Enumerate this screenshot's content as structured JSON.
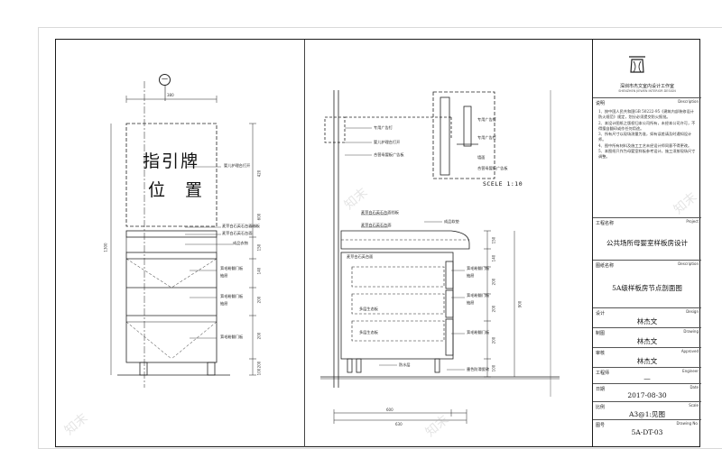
{
  "sign": {
    "line1": "指引牌",
    "line2": "位 置",
    "grid_label": "一"
  },
  "left_view": {
    "labels": [
      "婴儿护理台打开",
      "麦芽白石英石台面挡板",
      "麦芽白石英石台面",
      "成品衣物",
      "茸毛粉翻门板",
      "抽屉",
      "茸毛粉翻门板",
      "抽屉",
      "茸毛粉翻门板"
    ],
    "dims_top": "380",
    "dims_side": [
      "420",
      "600",
      "150",
      "140",
      "200",
      "200",
      "200",
      "100"
    ],
    "dim_left": "1300"
  },
  "section_view": {
    "labels": [
      "专用广告钉",
      "婴儿护理台打开",
      "合营母婴板广告板",
      "麦芽白石英石台面挡板",
      "麦芽白石英石台面",
      "成品软垫",
      "麦芽白石英台面",
      "茸毛粉翻门板",
      "抽屉",
      "茸毛粉翻门板",
      "抽屉",
      "茸毛粉翻门板",
      "多层生态板",
      "多层生态板",
      "防水层",
      "专用广告钉",
      "专用广告钉",
      "墙面",
      "合营母婴板广告板",
      "墨色防滑瓷砖"
    ],
    "dims_bottom": [
      "600",
      "630"
    ],
    "dims_right": [
      "150",
      "140",
      "200",
      "200",
      "200",
      "100"
    ],
    "dim_height": "900",
    "scale_label": "SCELE 1:10"
  },
  "title_block": {
    "firm_cn": "深圳市杰文室内设计工作室",
    "firm_en": "SHENZHEN JIEWEN INTERIOR DESIGN",
    "notes_label": "说明",
    "notes_label_en": "Description",
    "notes": [
      "1、按中国人民共和国GB 50222-95《建筑内部装修设计防火规范》规定，划分必须提交防火报批。",
      "2、本设计图纸之版权归本公司所有，未经本公司许可，不得擅自翻印或作任何用途。",
      "3、所有尺寸以现场测量为准，如有误差请及时通知设计师。",
      "4、图中所有材料及施工工艺未经设计师同意不得更改。",
      "5、本图纸只作为母婴室样板参考设计，施工须按现场尺寸调整。"
    ],
    "project_label": "工程名称",
    "project_label_en": "Project",
    "project_name": "公共场所母婴室样板房设计",
    "drawing_label": "图纸名称",
    "drawing_label_en": "Description",
    "drawing_name": "5A级样板房节点剖面图",
    "rows": [
      {
        "label": "设计",
        "label_en": "Design",
        "value": "林杰文"
      },
      {
        "label": "制图",
        "label_en": "Drawing",
        "value": "林杰文"
      },
      {
        "label": "审核",
        "label_en": "Approved",
        "value": "林杰文"
      },
      {
        "label": "工程师",
        "label_en": "Engineer",
        "value": "—"
      },
      {
        "label": "日期",
        "label_en": "Date",
        "value": "2017-08-30"
      },
      {
        "label": "比例",
        "label_en": "Scale",
        "value": "A3@1:见图"
      },
      {
        "label": "图号",
        "label_en": "Drawing No.",
        "value": "5A-DT-03"
      }
    ]
  },
  "watermark": "知末"
}
